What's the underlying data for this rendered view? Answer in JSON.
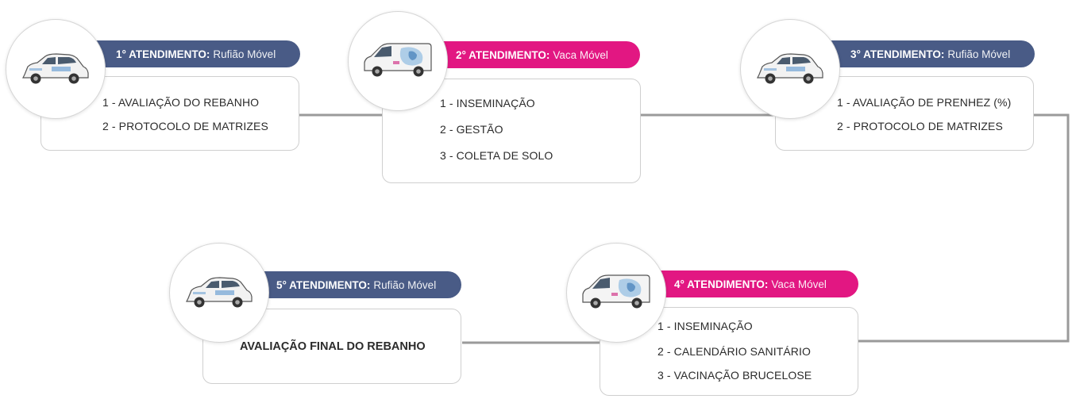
{
  "visits": [
    {
      "label": "1° ATENDIMENTO:",
      "type": "Rufião Móvel",
      "color": "#495b86",
      "vehicle": "car-icon",
      "items": [
        "1 - AVALIAÇÃO DO REBANHO",
        "2 - PROTOCOLO DE MATRIZES"
      ]
    },
    {
      "label": "2° ATENDIMENTO:",
      "type": "Vaca Móvel",
      "color": "#e21782",
      "vehicle": "van-icon",
      "items": [
        "1 - INSEMINAÇÃO",
        "2 - GESTÃO",
        "3 - COLETA DE SOLO"
      ]
    },
    {
      "label": "3° ATENDIMENTO:",
      "type": "Rufião Móvel",
      "color": "#495b86",
      "vehicle": "car-icon",
      "items": [
        "1 - AVALIAÇÃO DE PRENHEZ (%)",
        "2 - PROTOCOLO DE MATRIZES"
      ]
    },
    {
      "label": "4° ATENDIMENTO:",
      "type": "Vaca Móvel",
      "color": "#e21782",
      "vehicle": "van-icon",
      "items": [
        "1 - INSEMINAÇÃO",
        "2 - CALENDÁRIO SANITÁRIO",
        "3 - VACINAÇÃO BRUCELOSE"
      ]
    },
    {
      "label": "5° ATENDIMENTO:",
      "type": "Rufião Móvel",
      "color": "#495b86",
      "vehicle": "car-icon",
      "final_text": "AVALIAÇÃO FINAL DO REBANHO"
    }
  ]
}
